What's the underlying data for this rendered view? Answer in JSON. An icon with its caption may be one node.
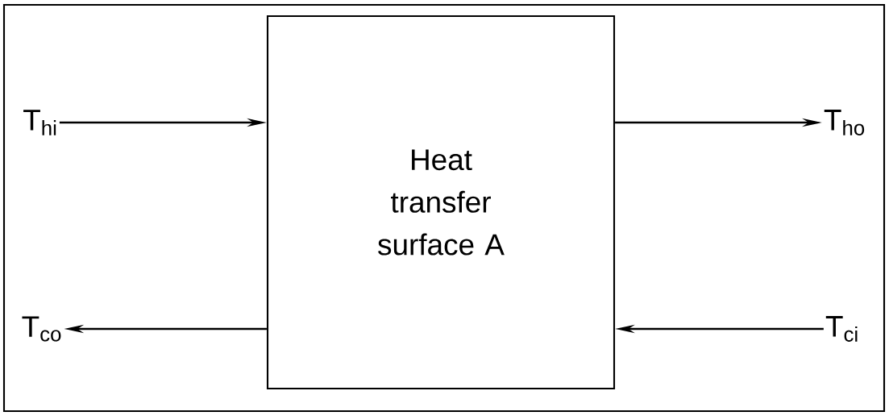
{
  "diagram": {
    "nodes": [
      {
        "text": [
          "Heat transfer surface A"
        ]
      },
      {
        "text": [
          "T$_{hi}$"
        ]
      },
      {
        "text": [
          "T$_{ho}$"
        ]
      },
      {
        "text": [
          "T$_{co}$"
        ]
      },
      {
        "text": [
          "T$_{ci}$"
        ]
      }
    ],
    "edges": [
      {
        "from": 1,
        "to": 0,
        "arrow": "to"
      },
      {
        "from": 0,
        "to": 2,
        "arrow": "to"
      },
      {
        "from": 0,
        "to": 3,
        "arrow": "to"
      },
      {
        "from": 4,
        "to": 0,
        "arrow": "to"
      }
    ]
  }
}
